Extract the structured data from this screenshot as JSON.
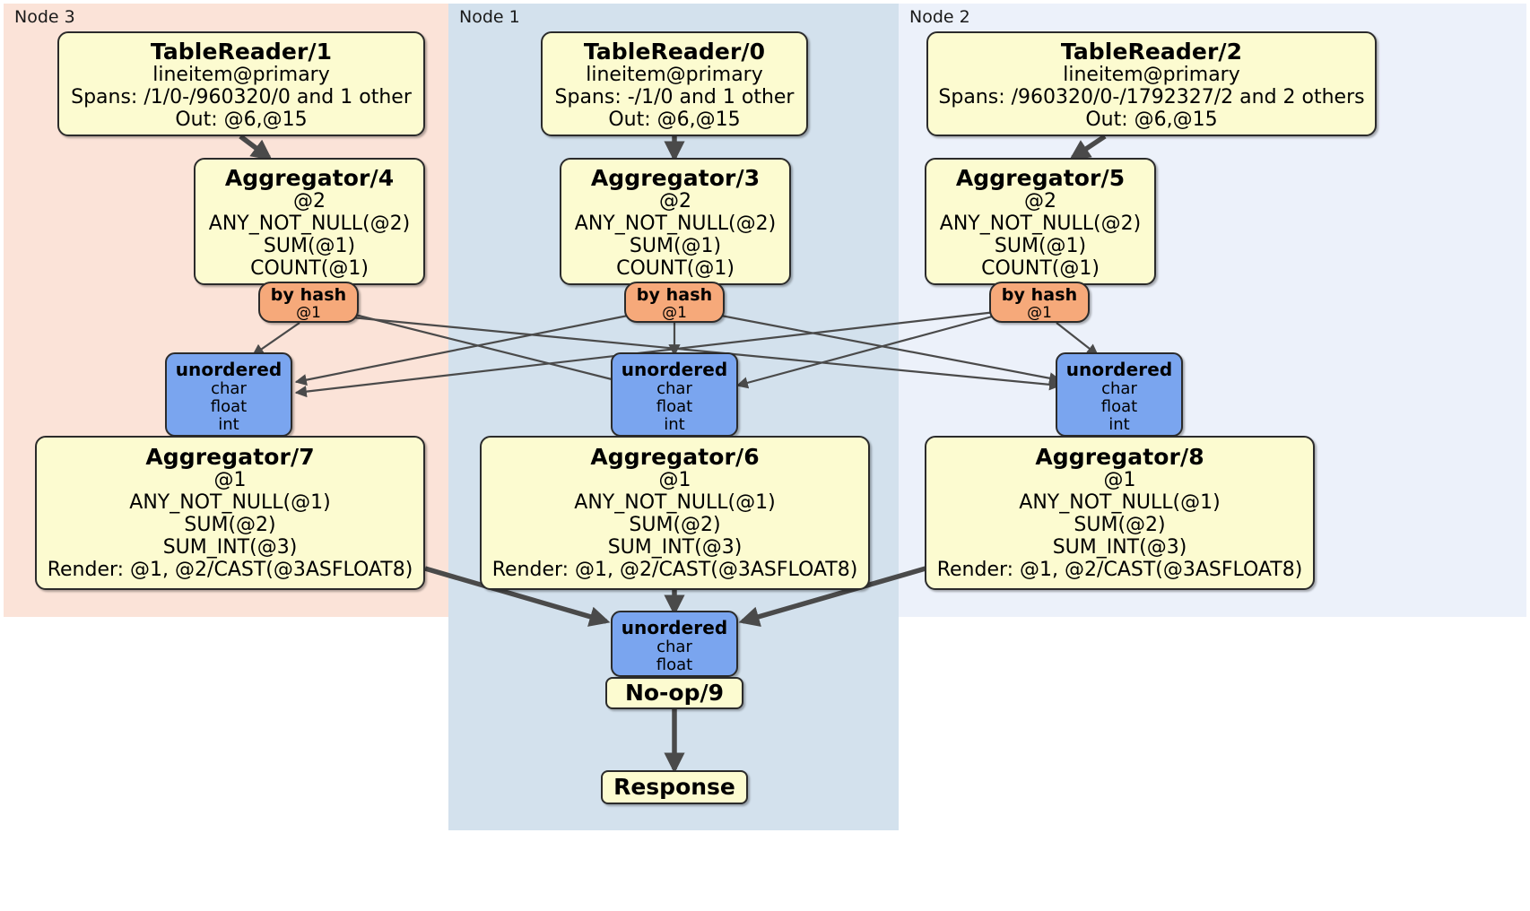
{
  "diagram": {
    "type": "distributed-query-plan",
    "colors": {
      "panel_node3": "#fbe3d8",
      "panel_node1": "#d3e1ed",
      "panel_node2": "#ecf1fa",
      "processor_box": "#fcfbd0",
      "router_box": "#f6a97a",
      "synchronizer_box": "#7aa5ef",
      "edge": "#4a4a4a",
      "border": "#2b2b2b"
    }
  },
  "panels": [
    {
      "id": "node3",
      "label": "Node 3"
    },
    {
      "id": "node1",
      "label": "Node 1"
    },
    {
      "id": "node2",
      "label": "Node 2"
    }
  ],
  "nodes": {
    "table_reader_1": {
      "title": "TableReader/1",
      "lines": [
        "lineitem@primary",
        "Spans: /1/0-/960320/0 and 1 other",
        "Out: @6,@15"
      ]
    },
    "table_reader_0": {
      "title": "TableReader/0",
      "lines": [
        "lineitem@primary",
        "Spans: -/1/0 and 1 other",
        "Out: @6,@15"
      ]
    },
    "table_reader_2": {
      "title": "TableReader/2",
      "lines": [
        "lineitem@primary",
        "Spans: /960320/0-/1792327/2 and 2 others",
        "Out: @6,@15"
      ]
    },
    "aggregator_4": {
      "title": "Aggregator/4",
      "lines": [
        "@2",
        "ANY_NOT_NULL(@2)",
        "SUM(@1)",
        "COUNT(@1)"
      ]
    },
    "aggregator_3": {
      "title": "Aggregator/3",
      "lines": [
        "@2",
        "ANY_NOT_NULL(@2)",
        "SUM(@1)",
        "COUNT(@1)"
      ]
    },
    "aggregator_5": {
      "title": "Aggregator/5",
      "lines": [
        "@2",
        "ANY_NOT_NULL(@2)",
        "SUM(@1)",
        "COUNT(@1)"
      ]
    },
    "router_left": {
      "title": "by hash",
      "lines": [
        "@1"
      ]
    },
    "router_mid": {
      "title": "by hash",
      "lines": [
        "@1"
      ]
    },
    "router_right": {
      "title": "by hash",
      "lines": [
        "@1"
      ]
    },
    "sync_left": {
      "title": "unordered",
      "lines": [
        "char",
        "float",
        "int"
      ]
    },
    "sync_mid": {
      "title": "unordered",
      "lines": [
        "char",
        "float",
        "int"
      ]
    },
    "sync_right": {
      "title": "unordered",
      "lines": [
        "char",
        "float",
        "int"
      ]
    },
    "aggregator_7": {
      "title": "Aggregator/7",
      "lines": [
        "@1",
        "ANY_NOT_NULL(@1)",
        "SUM(@2)",
        "SUM_INT(@3)",
        "Render: @1, @2/CAST(@3ASFLOAT8)"
      ]
    },
    "aggregator_6": {
      "title": "Aggregator/6",
      "lines": [
        "@1",
        "ANY_NOT_NULL(@1)",
        "SUM(@2)",
        "SUM_INT(@3)",
        "Render: @1, @2/CAST(@3ASFLOAT8)"
      ]
    },
    "aggregator_8": {
      "title": "Aggregator/8",
      "lines": [
        "@1",
        "ANY_NOT_NULL(@1)",
        "SUM(@2)",
        "SUM_INT(@3)",
        "Render: @1, @2/CAST(@3ASFLOAT8)"
      ]
    },
    "sync_final": {
      "title": "unordered",
      "lines": [
        "char",
        "float"
      ]
    },
    "noop_9": {
      "title": "No-op/9",
      "lines": []
    },
    "response": {
      "title": "Response",
      "lines": []
    }
  }
}
